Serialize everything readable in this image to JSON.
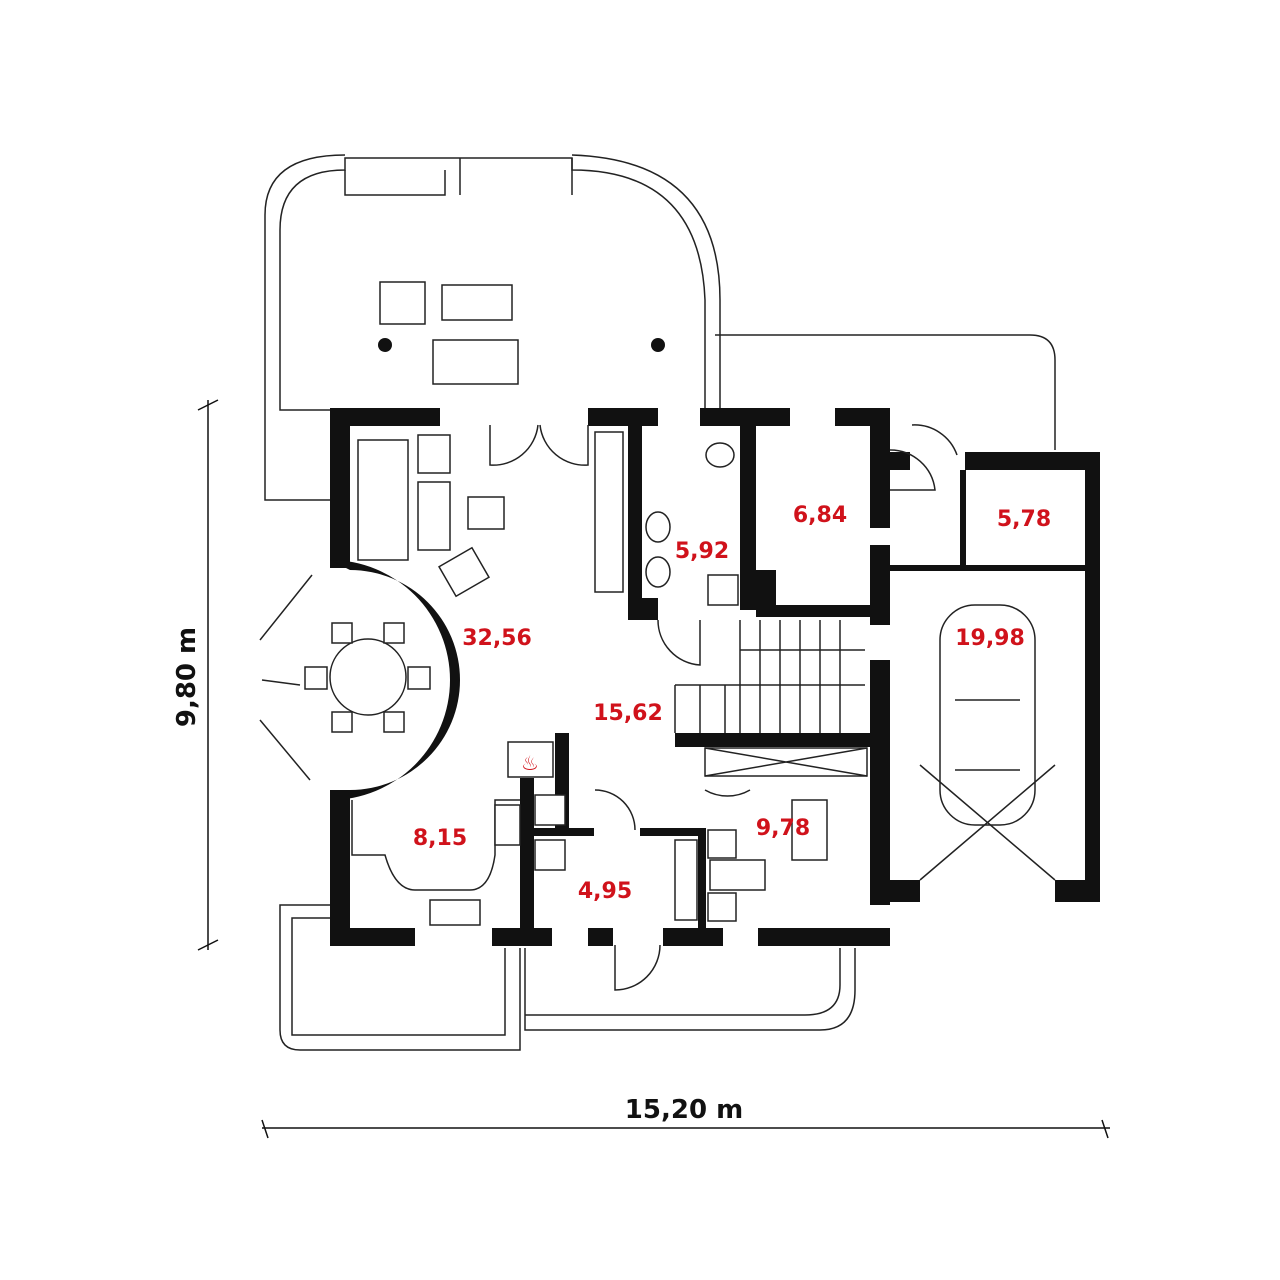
{
  "colors": {
    "area_label": "#d0121b",
    "wall": "#111111"
  },
  "dimensions": {
    "height": "9,80 m",
    "width": "15,20 m"
  },
  "rooms": [
    {
      "id": "living",
      "area": "32,56"
    },
    {
      "id": "bathroom",
      "area": "5,92"
    },
    {
      "id": "room-top",
      "area": "6,84"
    },
    {
      "id": "utility",
      "area": "5,78"
    },
    {
      "id": "garage",
      "area": "19,98"
    },
    {
      "id": "hall",
      "area": "15,62"
    },
    {
      "id": "kitchen",
      "area": "8,15"
    },
    {
      "id": "entry",
      "area": "4,95"
    },
    {
      "id": "office",
      "area": "9,78"
    }
  ]
}
